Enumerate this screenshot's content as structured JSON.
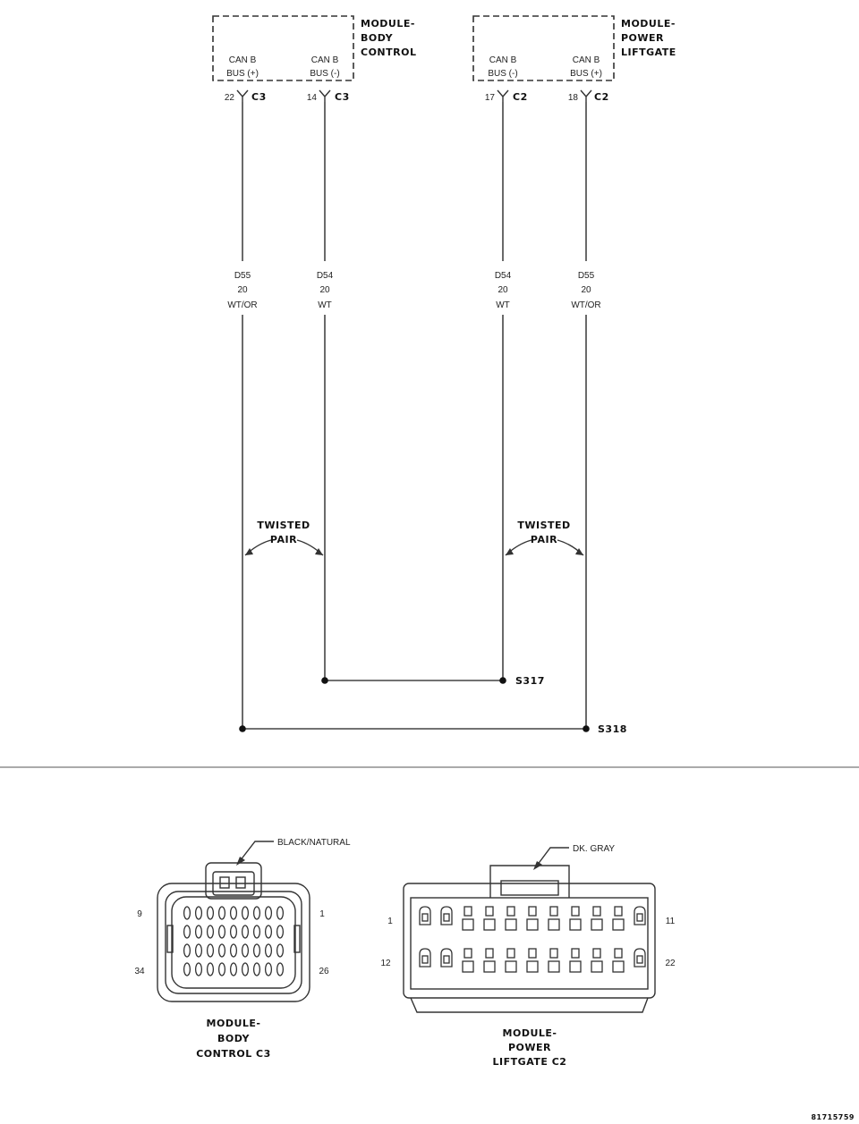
{
  "modules": {
    "body_control": {
      "line1": "MODULE-",
      "line2": "BODY",
      "line3": "CONTROL",
      "pins": [
        {
          "label1": "CAN B",
          "label2": "BUS (+)",
          "pin": "22",
          "conn": "C3"
        },
        {
          "label1": "CAN B",
          "label2": "BUS (-)",
          "pin": "14",
          "conn": "C3"
        }
      ]
    },
    "power_liftgate": {
      "line1": "MODULE-",
      "line2": "POWER",
      "line3": "LIFTGATE",
      "pins": [
        {
          "label1": "CAN B",
          "label2": "BUS (-)",
          "pin": "17",
          "conn": "C2"
        },
        {
          "label1": "CAN B",
          "label2": "BUS (+)",
          "pin": "18",
          "conn": "C2"
        }
      ]
    }
  },
  "wires": [
    {
      "circuit": "D55",
      "gauge": "20",
      "color": "WT/OR"
    },
    {
      "circuit": "D54",
      "gauge": "20",
      "color": "WT"
    },
    {
      "circuit": "D54",
      "gauge": "20",
      "color": "WT"
    },
    {
      "circuit": "D55",
      "gauge": "20",
      "color": "WT/OR"
    }
  ],
  "twisted_pair": {
    "line1": "TWISTED",
    "line2": "PAIR"
  },
  "splices": {
    "s317": "S317",
    "s318": "S318"
  },
  "connectors": {
    "bcm": {
      "color_label": "BLACK/NATURAL",
      "pin_tl": "9",
      "pin_tr": "1",
      "pin_bl": "34",
      "pin_br": "26",
      "title1": "MODULE-",
      "title2": "BODY",
      "title3": "CONTROL C3"
    },
    "plg": {
      "color_label": "DK. GRAY",
      "pin_tl": "1",
      "pin_tr": "11",
      "pin_bl": "12",
      "pin_br": "22",
      "title1": "MODULE-",
      "title2": "POWER",
      "title3": "LIFTGATE C2"
    }
  },
  "figure_id": "81715759"
}
